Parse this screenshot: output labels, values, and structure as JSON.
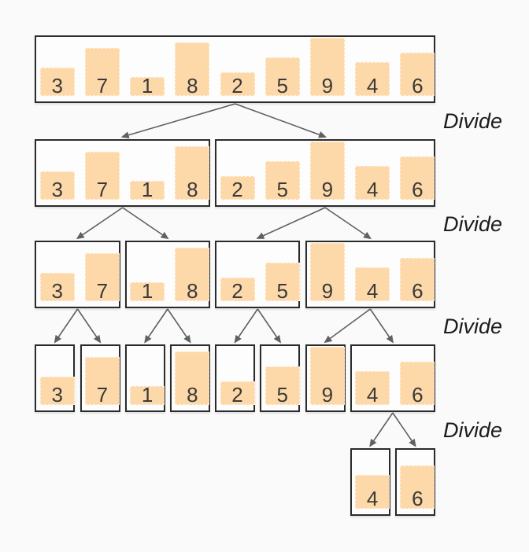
{
  "diagram": {
    "title": "merge-sort-divide",
    "values": [
      3,
      7,
      1,
      8,
      2,
      5,
      9,
      4,
      6
    ],
    "levels": [
      {
        "groups": [
          [
            0,
            8
          ]
        ]
      },
      {
        "groups": [
          [
            0,
            3
          ],
          [
            4,
            8
          ]
        ]
      },
      {
        "groups": [
          [
            0,
            1
          ],
          [
            2,
            3
          ],
          [
            4,
            5
          ],
          [
            6,
            8
          ]
        ]
      },
      {
        "groups": [
          [
            0,
            0
          ],
          [
            1,
            1
          ],
          [
            2,
            2
          ],
          [
            3,
            3
          ],
          [
            4,
            4
          ],
          [
            5,
            5
          ],
          [
            6,
            6
          ],
          [
            7,
            8
          ]
        ]
      },
      {
        "groups": [
          [
            7,
            7
          ],
          [
            8,
            8
          ]
        ]
      }
    ],
    "splits": [
      {
        "level": 0,
        "parent": 0,
        "children": [
          0,
          1
        ]
      },
      {
        "level": 1,
        "parent": 0,
        "children": [
          0,
          1
        ]
      },
      {
        "level": 1,
        "parent": 1,
        "children": [
          2,
          3
        ]
      },
      {
        "level": 2,
        "parent": 0,
        "children": [
          0,
          1
        ]
      },
      {
        "level": 2,
        "parent": 1,
        "children": [
          2,
          3
        ]
      },
      {
        "level": 2,
        "parent": 2,
        "children": [
          4,
          5
        ]
      },
      {
        "level": 2,
        "parent": 3,
        "children": [
          6,
          7
        ]
      },
      {
        "level": 3,
        "parent": 7,
        "children": [
          0,
          1
        ]
      }
    ],
    "step_labels": [
      "Divide",
      "Divide",
      "Divide",
      "Divide"
    ],
    "colors": {
      "background": "#fafafa",
      "box_fill": "#fdfdfd",
      "box_border": "#2b2b2b",
      "bar_fill": "#fdd8a8",
      "value_text": "#3a3a3a",
      "label_text": "#1c1c1c",
      "arrow": "#606060"
    }
  }
}
